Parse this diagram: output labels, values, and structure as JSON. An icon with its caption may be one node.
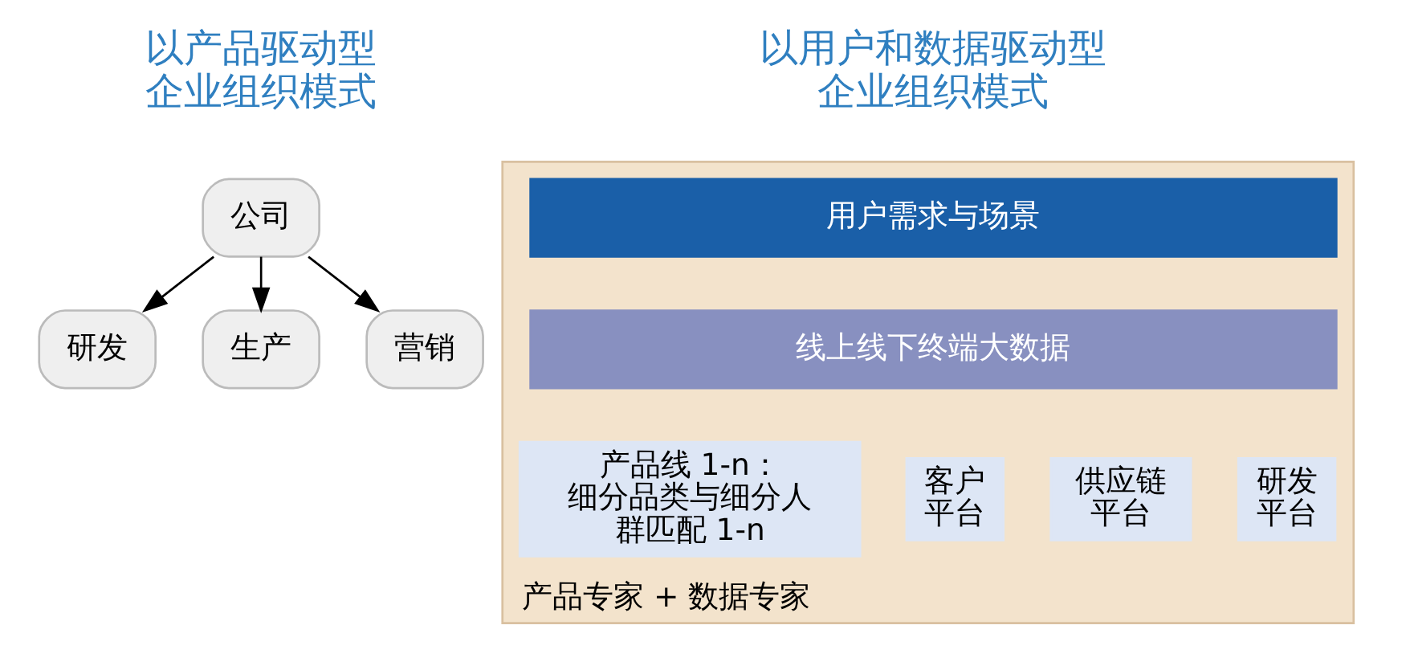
{
  "diagram": {
    "nodes": [
      {
        "text": [
          "公司"
        ]
      },
      {
        "text": [
          "研发"
        ]
      },
      {
        "text": [
          "生产"
        ]
      },
      {
        "text": [
          "营销"
        ]
      },
      {
        "text": [
          "产品专家 + 数据专家"
        ]
      },
      {
        "text": [
          "用户需求与场景"
        ],
        "in": 4
      },
      {
        "text": [
          "线上线下终端大数据"
        ],
        "in": 4
      },
      {
        "text": [
          "产品线 1-n：细分品类与细分人群匹配 1-n"
        ],
        "in": 4
      },
      {
        "text": [
          "客户平台"
        ],
        "in": 4
      },
      {
        "text": [
          "供应链平台"
        ],
        "in": 4
      },
      {
        "text": [
          "研发平台"
        ],
        "in": 4
      }
    ],
    "edges": [
      {
        "from": 0,
        "to": 1,
        "arrow": "to"
      },
      {
        "from": 0,
        "to": 2,
        "arrow": "to"
      },
      {
        "from": 0,
        "to": 3,
        "arrow": "to"
      }
    ],
    "labels": [
      "以产品驱动型企业组织模式",
      "以用户和数据驱动型企业组织模式"
    ]
  }
}
